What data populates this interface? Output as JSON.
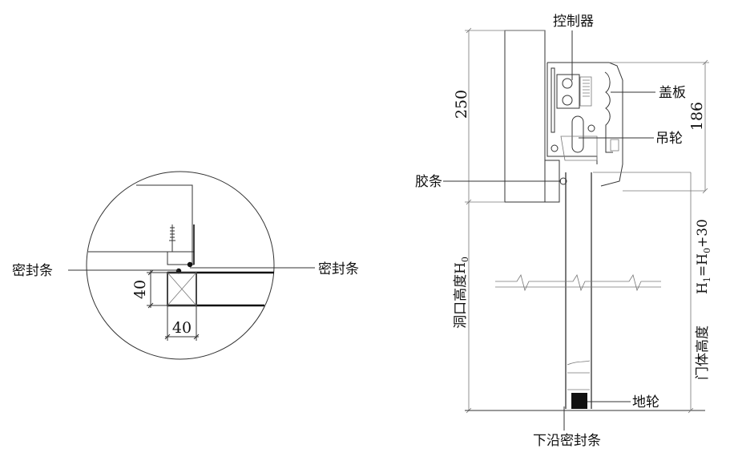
{
  "detail": {
    "seal_left": "密封条",
    "seal_right": "密封条",
    "dim_height": "40",
    "dim_width": "40"
  },
  "section": {
    "controller": "控制器",
    "cover_plate": "盖板",
    "hanging_wheel": "吊轮",
    "rubber_strip": "胶条",
    "floor_wheel": "地轮",
    "bottom_seal": "下沿密封条",
    "dim_250": "250",
    "dim_186": "186",
    "opening_height": {
      "text": "洞口高度H",
      "sub": "0"
    },
    "door_height_formula": {
      "h": "H",
      "s1": "1",
      "eq": "=H",
      "s2": "0",
      "plus": "+30"
    },
    "door_height_label": "门体高度"
  }
}
